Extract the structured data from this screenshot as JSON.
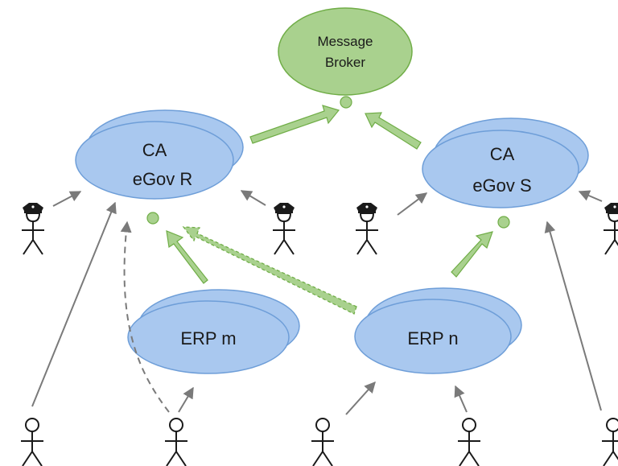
{
  "nodes": {
    "broker": {
      "line1": "Message",
      "line2": "Broker"
    },
    "ca_r": {
      "line1": "CA",
      "line2": "eGov R"
    },
    "ca_s": {
      "line1": "CA",
      "line2": "eGov S"
    },
    "erp_m": {
      "label": "ERP m"
    },
    "erp_n": {
      "label": "ERP n"
    }
  },
  "colors": {
    "blue_fill": "#a9c8ef",
    "blue_stroke": "#6e9ed8",
    "green_fill": "#a9d18e",
    "green_stroke": "#70ad47",
    "arrow_gray": "#7a7a7a",
    "figure": "#1a1a1a"
  },
  "icons": {
    "officer": "police-officer-icon",
    "user": "stick-figure-icon"
  }
}
